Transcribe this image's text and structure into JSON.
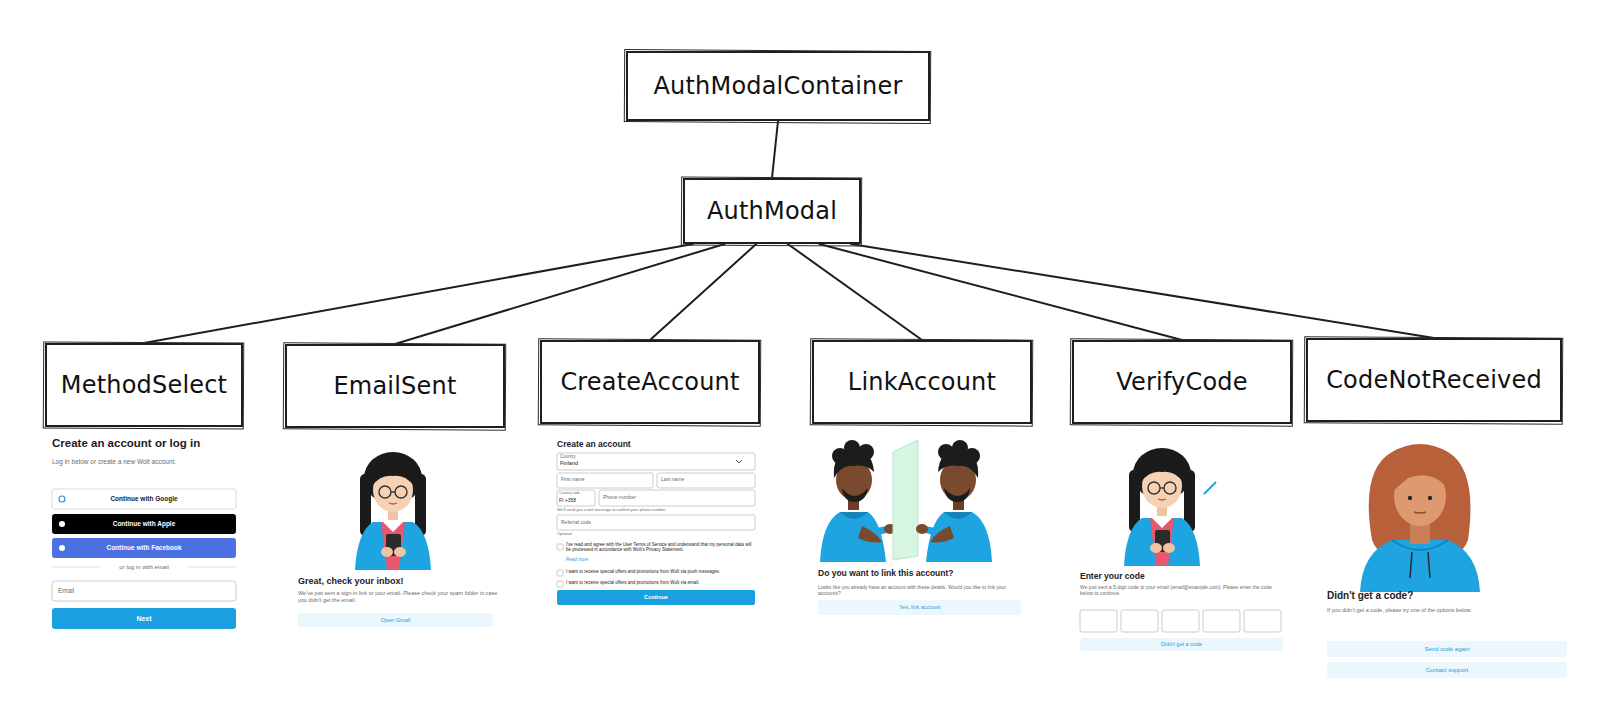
{
  "diagram": {
    "nodes": [
      {
        "text": [
          "AuthModalContainer"
        ]
      },
      {
        "text": [
          "AuthModal"
        ]
      },
      {
        "text": [
          "MethodSelect"
        ]
      },
      {
        "text": [
          "EmailSent"
        ]
      },
      {
        "text": [
          "CreateAccount"
        ]
      },
      {
        "text": [
          "LinkAccount"
        ]
      },
      {
        "text": [
          "VerifyCode"
        ]
      },
      {
        "text": [
          "CodeNotReceived"
        ]
      }
    ],
    "edges": [
      {
        "from": 0,
        "to": 1,
        "arrow": "none"
      },
      {
        "from": 1,
        "to": 2,
        "arrow": "none"
      },
      {
        "from": 1,
        "to": 3,
        "arrow": "none"
      },
      {
        "from": 1,
        "to": 4,
        "arrow": "none"
      },
      {
        "from": 1,
        "to": 5,
        "arrow": "none"
      },
      {
        "from": 1,
        "to": 6,
        "arrow": "none"
      },
      {
        "from": 1,
        "to": 7,
        "arrow": "none"
      }
    ],
    "labels": [
      "Create an account or log in",
      "Log in below or create a new Wolt account.",
      "Continue with Google",
      "Continue with Apple",
      "Continue with Facebook",
      "or log in with email",
      "Email",
      "Next",
      "Great, check your inbox!",
      "We've just sent a sign-in link to your email. Please check your spam folder in case you didn't get the email.",
      "Open Gmail",
      "Create an account",
      "Country",
      "Finland",
      "First name",
      "Last name",
      "Country code",
      "FI +358",
      "Phone number",
      "We'll send you a text message to confirm your phone number.",
      "Referral code",
      "Optional",
      "I've read and agree with the User Terms of Service and understand that my personal data will be processed in accordance with Wolt's Privacy Statement.",
      "Read more",
      "I want to receive special offers and promotions from Wolt via push messages.",
      "I want to receive special offers and promotions from Wolt via email.",
      "Continue",
      "Do you want to link this account?",
      "Looks like you already have an account with these details. Would you like to link your accounts?",
      "Yes, link account",
      "Enter your code",
      "We just sent a 5-digit code to your email (email@example.com). Please enter the code below to continue.",
      "Didn't get a code",
      "Didn't get a code?",
      "If you didn't get a code, please try one of the options below.",
      "Send code again",
      "Contact support"
    ]
  }
}
